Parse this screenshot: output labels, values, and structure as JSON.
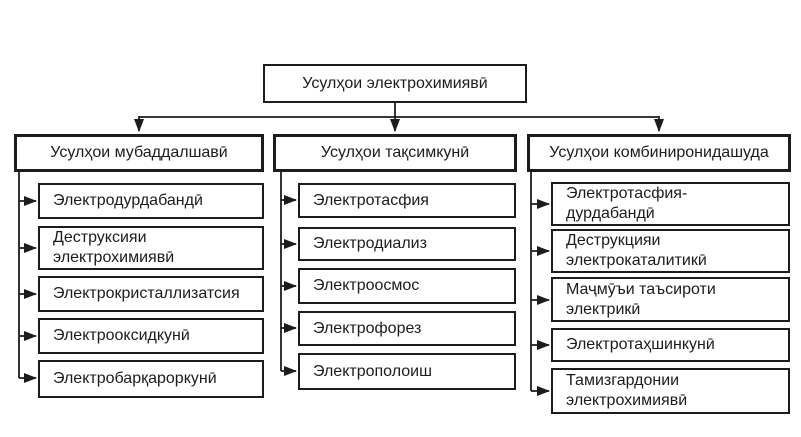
{
  "diagram": {
    "root": {
      "label": "Усулҳои электрохимиявӣ"
    },
    "columns": [
      {
        "header": "Усулҳои мубаддалшавӣ",
        "items": [
          "Электродурдабандӣ",
          "Деструксияи\nэлектрохимиявӣ",
          "Электрокристаллизатсия",
          "Электрооксидкунӣ",
          "Электробарқароркунӣ"
        ]
      },
      {
        "header": "Усулҳои тақсимкунӣ",
        "items": [
          "Электротасфия",
          "Электродиализ",
          "Электроосмос",
          "Электрофорез",
          "Электрополоиш"
        ]
      },
      {
        "header": "Усулҳои комбиниронидашуда",
        "items": [
          "Электротасфия-\nдурдабандӣ",
          "Деструкцияи\nэлектрокаталитикӣ",
          "Маҷмӯъи таъсироти\nэлектрикӣ",
          "Электротаҳшинкунӣ",
          "Тамизгардонии\nэлектрохимиявӣ"
        ]
      }
    ],
    "colors": {
      "line": "#1c1c1c",
      "text": "#1c1c1c",
      "background": "#ffffff",
      "box_background": "#ffffff"
    }
  }
}
